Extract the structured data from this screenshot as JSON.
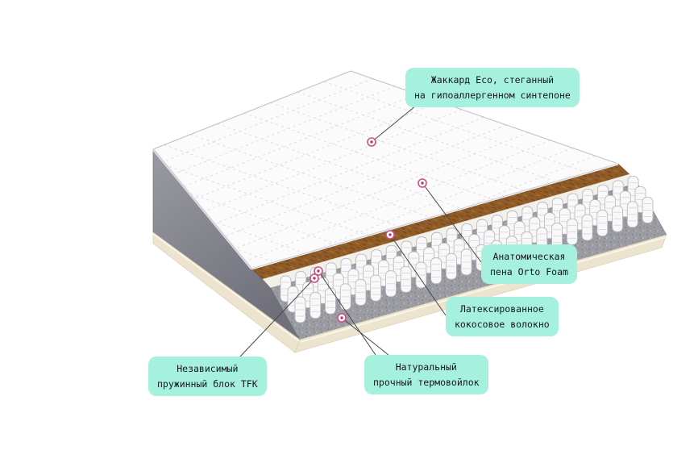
{
  "figure": {
    "type": "mattress-layers-diagram",
    "background_color": "#ffffff",
    "callout_bg_color": "#a5f1de",
    "callout_text_color": "#15151a",
    "marker_color": "#cf4f82",
    "callouts": [
      {
        "id": "jacquard",
        "line1": "Жаккард Eco, стеганный",
        "line2": "на гипоаллергенном синтепоне"
      },
      {
        "id": "orto-foam",
        "line1": "Анатомическая",
        "line2": "пена Orto Foam"
      },
      {
        "id": "coconut",
        "line1": "Латексированное",
        "line2": "кокосовое волокно"
      },
      {
        "id": "thermofelt",
        "line1": "Натуральный",
        "line2": "прочный термовойлок"
      },
      {
        "id": "tfk-springs",
        "line1": "Независимый",
        "line2": "пружинный блок TFK"
      }
    ]
  }
}
